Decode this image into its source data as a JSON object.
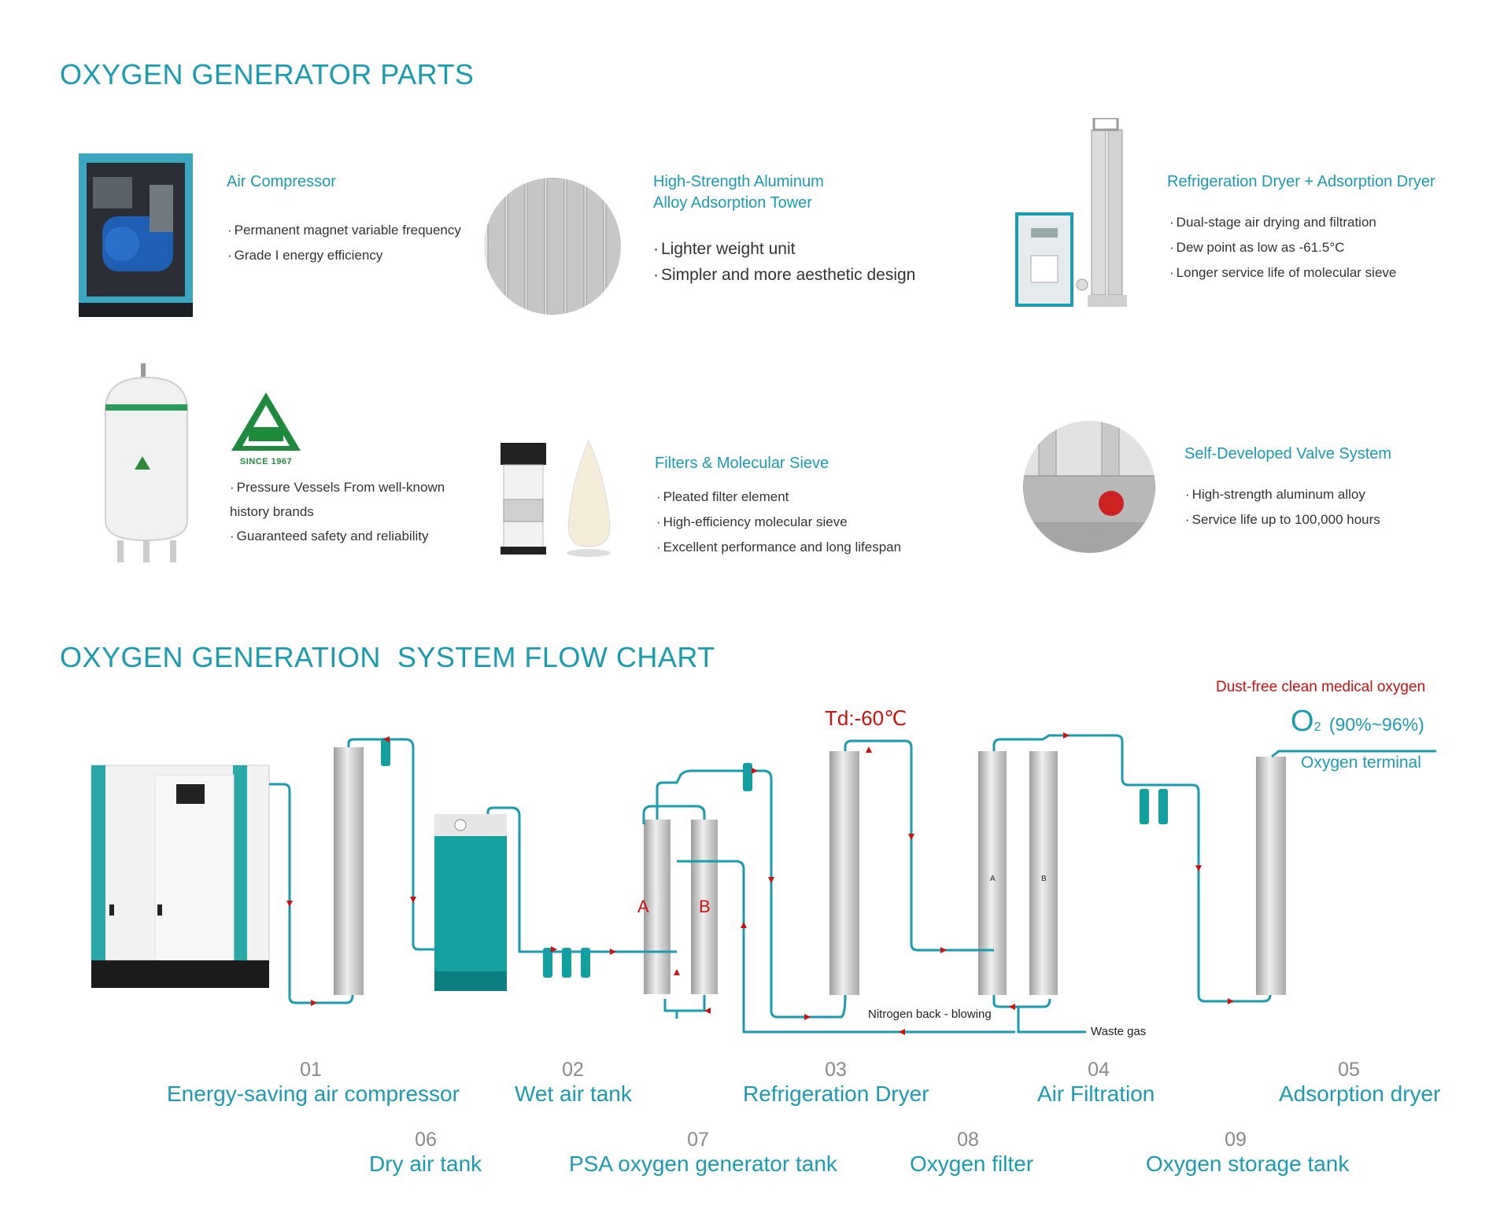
{
  "parts_section": {
    "title": "OXYGEN GENERATOR PARTS",
    "items": [
      {
        "title": "Air Compressor",
        "bullets": [
          "Permanent magnet variable frequency",
          "Grade I energy efficiency"
        ]
      },
      {
        "title_line1": "High-Strength Aluminum",
        "title_line2": "Alloy Adsorption Tower",
        "bullets": [
          "Lighter weight unit",
          "Simpler and more aesthetic design"
        ]
      },
      {
        "title": "Refrigeration Dryer + Adsorption Dryer",
        "bullets": [
          "Dual-stage air drying and filtration",
          "Dew point as low as -61.5°C",
          "Longer service life of molecular sieve"
        ]
      },
      {
        "bullets": [
          "Pressure Vessels From well-known history brands",
          "Guaranteed safety and reliability"
        ]
      },
      {
        "title": "Filters & Molecular Sieve",
        "bullets": [
          "Pleated filter element",
          "High-efficiency molecular sieve",
          "Excellent performance and long lifespan"
        ]
      },
      {
        "title": "Self-Developed Valve System",
        "bullets": [
          "High-strength aluminum alloy",
          "Service life up to 100,000 hours"
        ]
      }
    ],
    "brand_logo": {
      "text": "SINCE 1967",
      "color": "#1e8a3c"
    }
  },
  "flow_section": {
    "title": "OXYGEN GENERATION  SYSTEM FLOW CHART",
    "product_label": "Dust-free clean medical oxygen",
    "o2_label": "O",
    "o2_sub": "2",
    "o2_range": "(90%~96%)",
    "terminal_label": "Oxygen terminal",
    "dewpoint_label": "Td:-60℃",
    "nitrogen_label": "Nitrogen back - blowing",
    "waste_label": "Waste gas",
    "tank_a": "A",
    "tank_b": "B",
    "steps_row1": [
      {
        "num": "01",
        "name": "Energy-saving air compressor"
      },
      {
        "num": "02",
        "name": "Wet air tank"
      },
      {
        "num": "03",
        "name": "Refrigeration Dryer"
      },
      {
        "num": "04",
        "name": "Air Filtration"
      },
      {
        "num": "05",
        "name": "Adsorption dryer"
      }
    ],
    "steps_row2": [
      {
        "num": "06",
        "name": "Dry air tank"
      },
      {
        "num": "07",
        "name": "PSA oxygen generator tank"
      },
      {
        "num": "08",
        "name": "Oxygen filter"
      },
      {
        "num": "09",
        "name": "Oxygen storage tank"
      }
    ]
  },
  "colors": {
    "accent": "#1a9cb0",
    "pipe": "#1a9cb0",
    "arrow": "#cc1111",
    "tank": "#c8c8c8"
  }
}
